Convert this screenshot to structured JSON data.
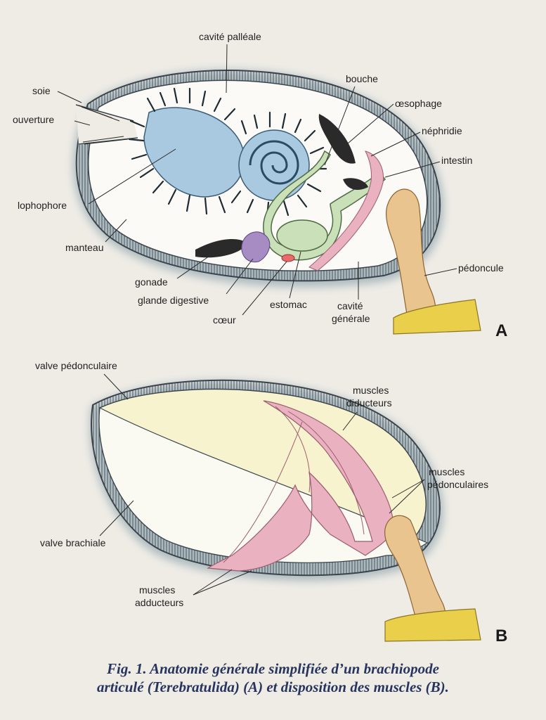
{
  "figure_a": {
    "letter": "A",
    "labels": {
      "cavite_palleale": "cavité palléale",
      "bouche": "bouche",
      "oesophage": "œsophage",
      "nephridie": "néphridie",
      "intestin": "intestin",
      "soie": "soie",
      "ouverture": "ouverture",
      "lophophore": "lophophore",
      "manteau": "manteau",
      "gonade": "gonade",
      "glande_digestive": "glande digestive",
      "coeur": "cœur",
      "estomac": "estomac",
      "cavite_generale_1": "cavité",
      "cavite_generale_2": "générale",
      "pedoncule": "pédoncule"
    }
  },
  "figure_b": {
    "letter": "B",
    "labels": {
      "valve_pedonculaire": "valve pédonculaire",
      "muscles_diducteurs_1": "muscles",
      "muscles_diducteurs_2": "diducteurs",
      "muscles_pedonculaires_1": "muscles",
      "muscles_pedonculaires_2": "pédonculaires",
      "valve_brachiale": "valve brachiale",
      "muscles_adducteurs_1": "muscles",
      "muscles_adducteurs_2": "adducteurs"
    }
  },
  "caption": {
    "line1": "Fig. 1. Anatomie générale simplifiée d’un brachiopode",
    "line2": "articulé (Terebratulida) (A) et disposition des muscles (B)."
  },
  "colors": {
    "lophophore": "#a9c9e0",
    "pedoncule": "#e9c48e",
    "substrate": "#e9cf4a",
    "muscle": "#eab1c0",
    "digestive": "#c9e0b8",
    "gonade": "#a78cc4",
    "valve_b": "#f7f3cf",
    "shell": "#6d7b86"
  }
}
